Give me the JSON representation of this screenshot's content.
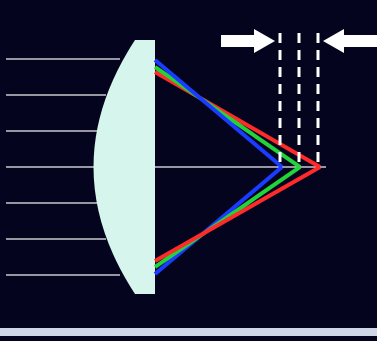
{
  "diagram": {
    "subject": "chromatic-aberration",
    "colors": {
      "background": "#04041e",
      "lens": "#d6f5ec",
      "incoming_ray": "#c8c8d0",
      "optical_axis": "#c8c8d0",
      "ray_red": "#ff2a2a",
      "ray_green": "#22d43a",
      "ray_blue": "#1a3cff",
      "marker": "#ffffff",
      "bottom_bar": "#cfd6e6"
    },
    "incoming_ray_count": 7,
    "focus_order_near_to_far": [
      "blue",
      "green",
      "red"
    ],
    "dashed_focus_markers": 3,
    "arrows": [
      "right-pointing",
      "left-pointing"
    ]
  }
}
